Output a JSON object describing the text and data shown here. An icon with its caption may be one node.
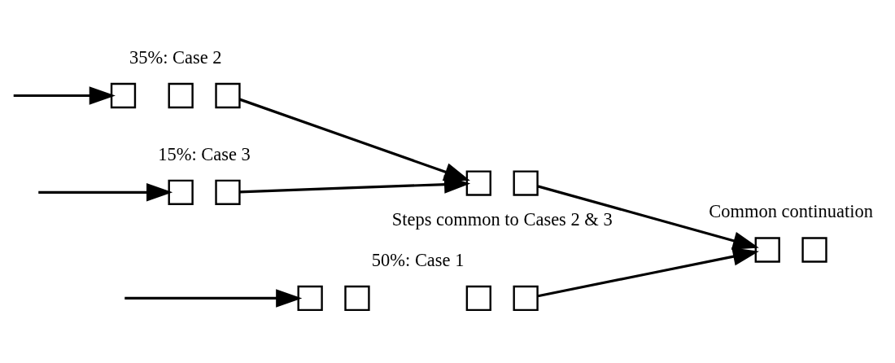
{
  "diagram": {
    "nodes": [
      {
        "text": [],
        "shape": "box"
      },
      {
        "text": [],
        "shape": "box"
      },
      {
        "text": [],
        "shape": "box"
      },
      {
        "text": [],
        "shape": "box"
      },
      {
        "text": [],
        "shape": "box"
      },
      {
        "text": [],
        "shape": "box"
      },
      {
        "text": [],
        "shape": "box"
      },
      {
        "text": [],
        "shape": "box"
      },
      {
        "text": [],
        "shape": "box"
      },
      {
        "text": [],
        "shape": "box"
      },
      {
        "text": [],
        "shape": "box"
      },
      {
        "text": [],
        "shape": "box"
      },
      {
        "text": [],
        "shape": "box"
      }
    ],
    "edges": [
      {
        "from": null,
        "to": 0,
        "arrow": "to"
      },
      {
        "from": null,
        "to": 4,
        "arrow": "to"
      },
      {
        "from": null,
        "to": 7,
        "arrow": "to"
      },
      {
        "from": 3,
        "to": 11,
        "arrow": "to"
      },
      {
        "from": 6,
        "to": 9,
        "arrow": "to"
      },
      {
        "from": 8,
        "to": 9,
        "arrow": "to"
      },
      {
        "from": 10,
        "to": 11,
        "arrow": "to"
      }
    ],
    "labels": [
      "50%: Case 1",
      "Common continuation",
      "35%: Case 2",
      "15%: Case 3",
      "Steps common to Cases 2 & 3"
    ]
  }
}
